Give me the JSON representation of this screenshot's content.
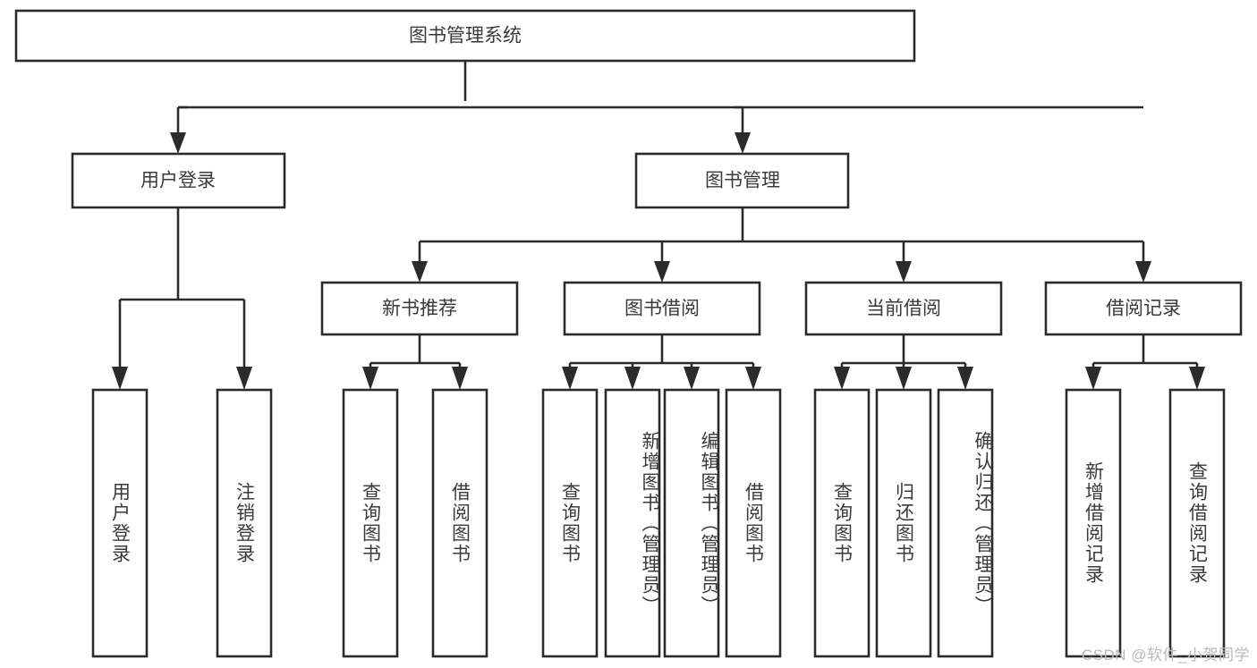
{
  "diagram": {
    "title": "图书管理系统",
    "type": "tree-hierarchy-diagram",
    "colors": {
      "box_stroke": "#2b2b2b",
      "box_fill": "#ffffff",
      "text": "#3a3a3a",
      "canvas": "#ffffff",
      "watermark": "#b9b9b9"
    },
    "root": {
      "label": "图书管理系统"
    },
    "level2": [
      {
        "label": "用户登录"
      },
      {
        "label": "图书管理"
      }
    ],
    "level3": [
      {
        "label": "新书推荐"
      },
      {
        "label": "图书借阅"
      },
      {
        "label": "当前借阅"
      },
      {
        "label": "借阅记录"
      }
    ],
    "leaves": {
      "user_login": [
        {
          "label": "用户登录"
        },
        {
          "label": "注销登录"
        }
      ],
      "new_book_recommend": [
        {
          "label": "查询图书"
        },
        {
          "label": "借阅图书"
        }
      ],
      "book_borrow": [
        {
          "label": "查询图书"
        },
        {
          "label": "新增图书（管理员）"
        },
        {
          "label": "编辑图书（管理员）"
        },
        {
          "label": "借阅图书"
        }
      ],
      "current_borrow": [
        {
          "label": "查询图书"
        },
        {
          "label": "归还图书"
        },
        {
          "label": "确认归还（管理员）"
        }
      ],
      "borrow_record": [
        {
          "label": "新增借阅记录"
        },
        {
          "label": "查询借阅记录"
        }
      ]
    },
    "watermark": "CSDN @软件_小贺同学"
  }
}
